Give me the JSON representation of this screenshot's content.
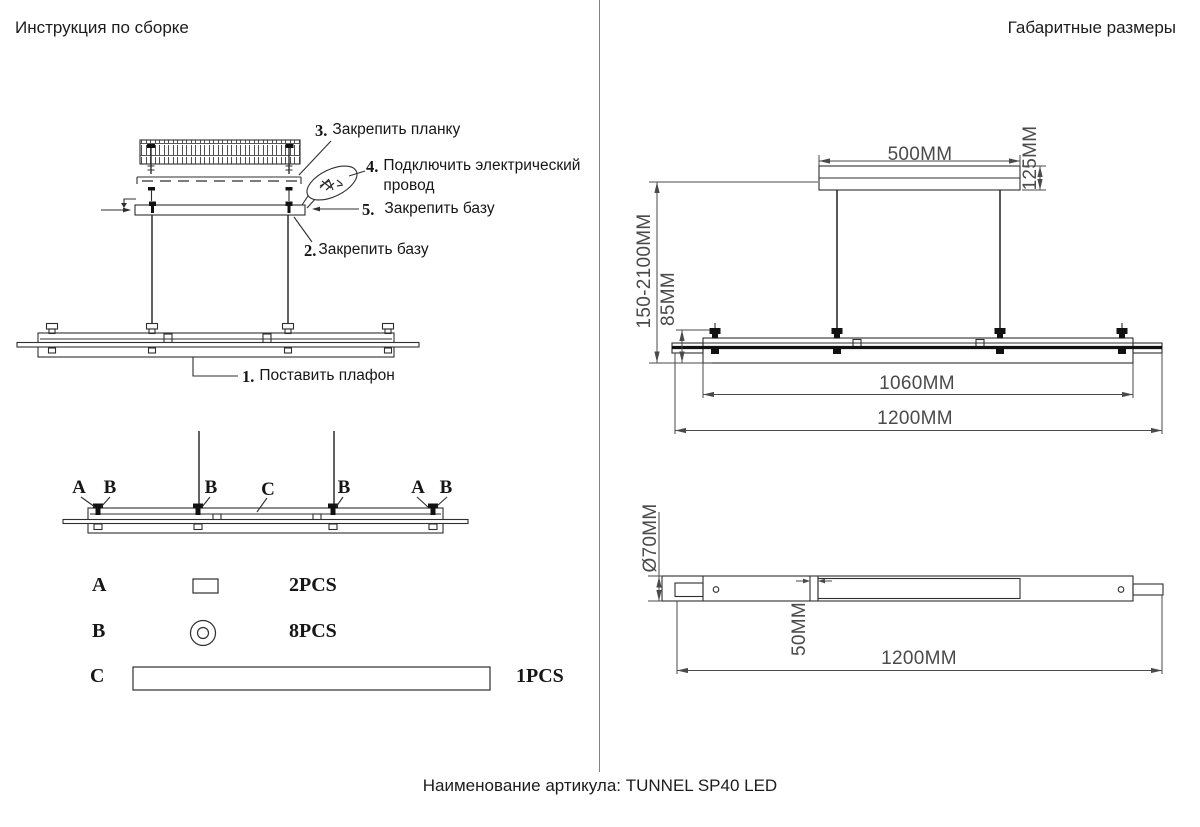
{
  "page": {
    "left_title": "Инструкция по сборке",
    "right_title": "Габаритные размеры",
    "footer": "Наименование артикула: TUNNEL SP40 LED"
  },
  "assembly": {
    "steps": {
      "s1": {
        "num": "1.",
        "text": "Поставить плафон"
      },
      "s2": {
        "num": "2.",
        "text": "Закрепить базу"
      },
      "s3": {
        "num": "3.",
        "text": "Закрепить планку"
      },
      "s4": {
        "num": "4.",
        "text": "Подключить электрический провод"
      },
      "s5": {
        "num": "5.",
        "text": "Закрепить базу"
      }
    },
    "callouts": {
      "a_left": "A",
      "b_left": "B",
      "b_mid1": "B",
      "c": "C",
      "b_mid2": "B",
      "a_right": "A",
      "b_right": "B"
    },
    "parts": {
      "a": {
        "letter": "A",
        "qty": "2PCS"
      },
      "b": {
        "letter": "B",
        "qty": "8PCS"
      },
      "c": {
        "letter": "C",
        "qty": "1PCS"
      }
    }
  },
  "dims": {
    "canopy_width": "500MM",
    "canopy_height": "125MM",
    "suspension_range": "150-2100MM",
    "fixture_height": "85MM",
    "housing_length": "1060MM",
    "overall_length_top": "1200MM",
    "profile_diameter": "Ø70MM",
    "joint_width": "50MM",
    "overall_length_bottom": "1200MM"
  },
  "colors": {
    "line": "#2f2f2f",
    "dim": "#4a4a4a",
    "divider": "#808080"
  }
}
